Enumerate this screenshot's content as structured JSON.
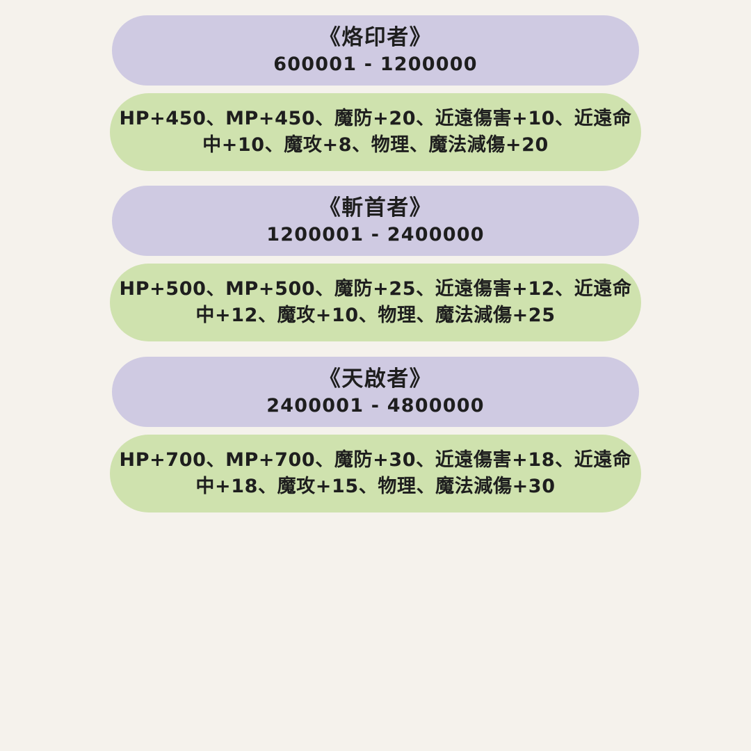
{
  "theme": {
    "background": "#F5F2EC",
    "header_pill_color": "#CFCAE2",
    "stats_pill_color": "#CFE2AE",
    "text_color": "#1E1E1E"
  },
  "tiers": [
    {
      "title": "《烙印者》",
      "exp_range": "600001 - 1200000",
      "stats": "HP+450、MP+450、魔防+20、近遠傷害+10、近遠命中+10、魔攻+8、物理、魔法減傷+20"
    },
    {
      "title": "《斬首者》",
      "exp_range": "1200001 - 2400000",
      "stats": "HP+500、MP+500、魔防+25、近遠傷害+12、近遠命中+12、魔攻+10、物理、魔法減傷+25"
    },
    {
      "title": "《天啟者》",
      "exp_range": "2400001 - 4800000",
      "stats": "HP+700、MP+700、魔防+30、近遠傷害+18、近遠命中+18、魔攻+15、物理、魔法減傷+30"
    }
  ]
}
